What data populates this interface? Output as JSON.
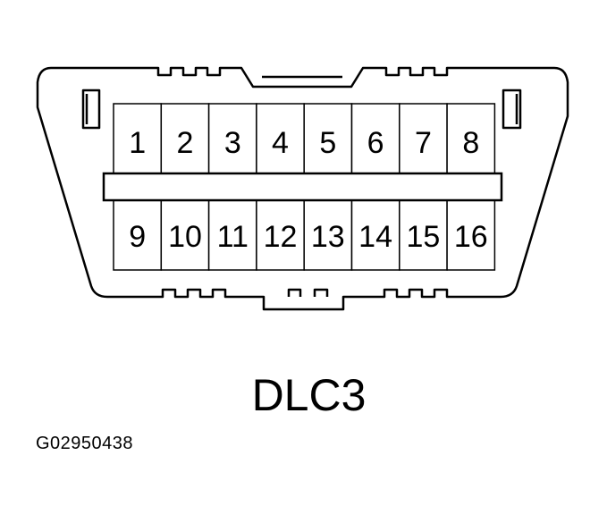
{
  "diagram": {
    "title": "DLC3",
    "figure_code": "G02950438",
    "top_row_pins": [
      "1",
      "2",
      "3",
      "4",
      "5",
      "6",
      "7",
      "8"
    ],
    "bottom_row_pins": [
      "9",
      "10",
      "11",
      "12",
      "13",
      "14",
      "15",
      "16"
    ],
    "colors": {
      "line": "#000000",
      "fill": "#ffffff"
    }
  }
}
